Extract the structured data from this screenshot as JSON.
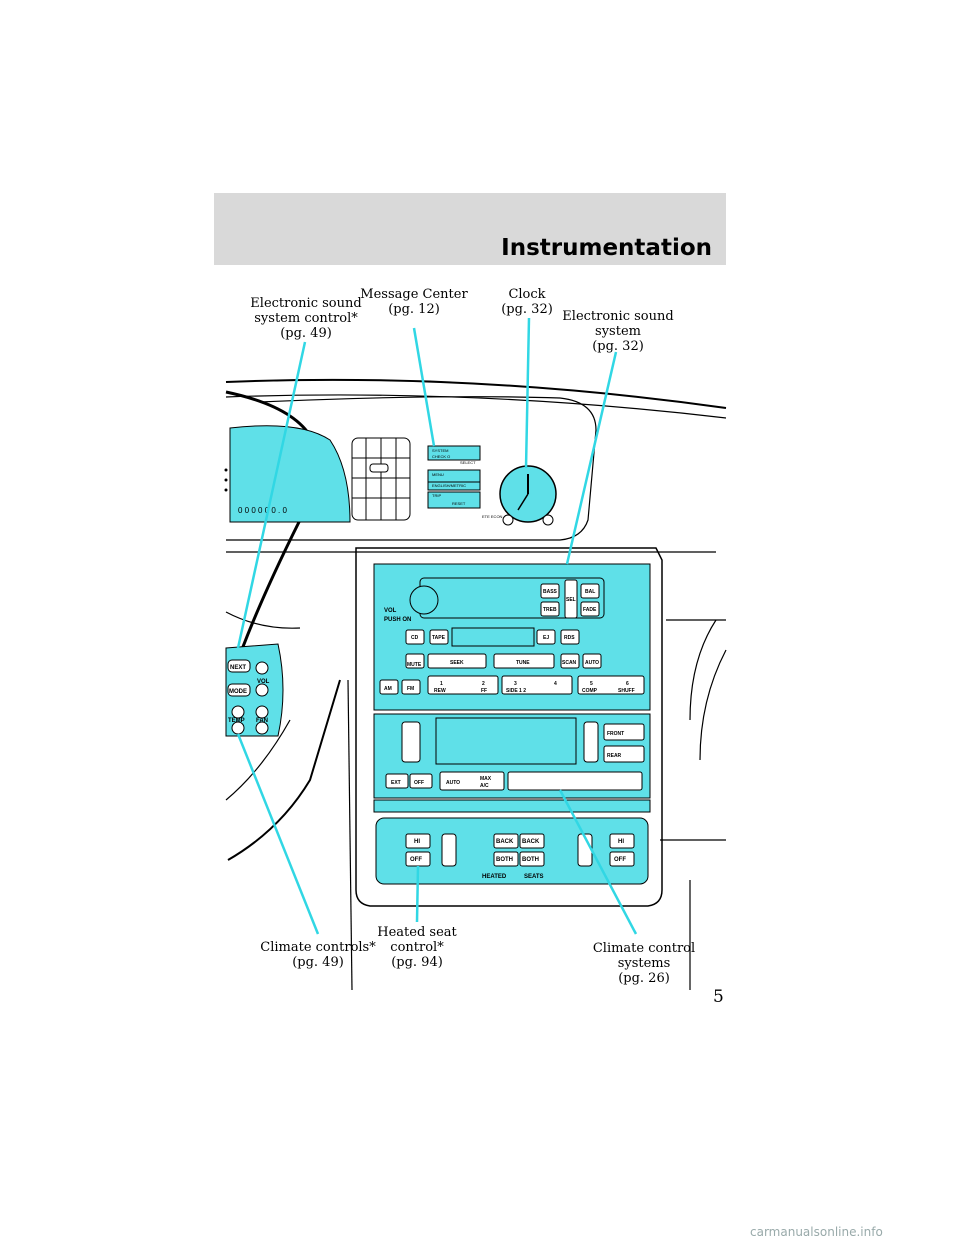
{
  "header": {
    "title": "Instrumentation"
  },
  "callouts": {
    "sound_control_wheel": "Electronic sound\nsystem control*\n(pg. 49)",
    "message_center": "Message Center\n(pg. 12)",
    "clock": "Clock\n(pg. 32)",
    "sound_system": "Electronic sound\nsystem\n(pg. 32)",
    "climate_wheel": "Climate controls*\n(pg. 49)",
    "heated_seat": "Heated seat\ncontrol*\n(pg. 94)",
    "climate_system": "Climate control\nsystems\n(pg. 26)"
  },
  "page_number": "5",
  "watermark": "carmanualsonline.info",
  "colors": {
    "accent": "#5fe0e8",
    "header_bg": "#d9d9d9"
  },
  "diagram": {
    "odometer": "0 0 0 0 0 0 . 0",
    "message_center": {
      "system": "SYSTEM",
      "check": "CHECK O",
      "select": "SELECT",
      "menu": "MENU",
      "english_metric": "ENGLISH/METRIC",
      "trip": "TRIP",
      "reset": "RESET",
      "ete": "ETE ECON"
    },
    "radio": {
      "vol": "VOL",
      "push_on": "PUSH ON",
      "bass": "BASS",
      "treb": "TREB",
      "sel": "SEL",
      "bal": "BAL",
      "fade": "FADE",
      "cd": "CD",
      "tape": "TAPE",
      "ej": "EJ",
      "rds": "RDS",
      "mute": "MUTE",
      "seek": "SEEK",
      "tune": "TUNE",
      "scan": "SCAN",
      "auto": "AUTO",
      "am": "AM",
      "fm": "FM",
      "p1": "1",
      "rew": "REW",
      "p2": "2",
      "ff": "FF",
      "p3": "3",
      "side": "SIDE 1 2",
      "p4": "4",
      "p5": "5",
      "comp": "COMP",
      "p6": "6",
      "shuff": "SHUFF"
    },
    "climate": {
      "front": "FRONT",
      "rear": "REAR",
      "ext": "EXT",
      "off": "OFF",
      "auto": "AUTO",
      "max": "MAX",
      "ac": "A/C"
    },
    "seats": {
      "hi": "HI",
      "off": "OFF",
      "back": "BACK",
      "both": "BOTH",
      "heated": "HEATED",
      "seats": "SEATS"
    },
    "wheel": {
      "next": "NEXT",
      "mode": "MODE",
      "vol": "VOL",
      "temp": "TEMP",
      "fan": "FAN"
    }
  }
}
